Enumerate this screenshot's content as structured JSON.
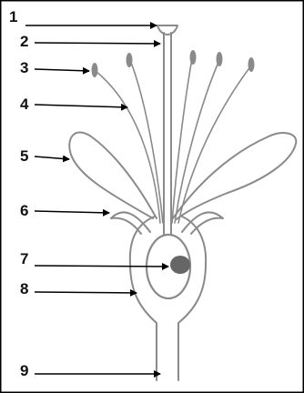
{
  "labels": [
    "1",
    "2",
    "3",
    "4",
    "5",
    "6",
    "7",
    "8",
    "9"
  ],
  "colors": {
    "outline": "#8a8a8a",
    "pointer": "#000000",
    "ovule": "#666666",
    "border": "#000000",
    "background": "#ffffff"
  }
}
